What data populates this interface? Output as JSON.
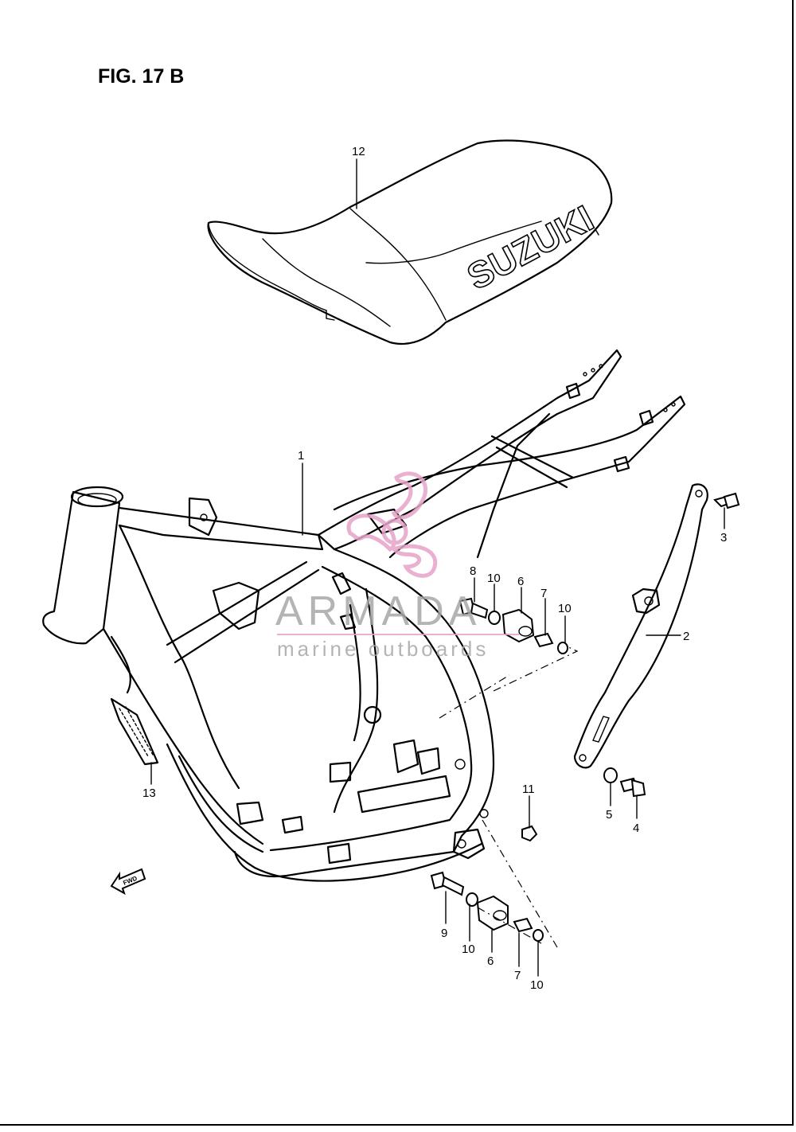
{
  "figure": {
    "title": "FIG. 17 B"
  },
  "seat": {
    "brand_text": "SUZUKI"
  },
  "watermark": {
    "name": "ARMADA",
    "tagline": "marine outboards",
    "logo_color": "#e6a3c8"
  },
  "direction_arrow": {
    "label": "FWD"
  },
  "callouts": [
    {
      "id": "1",
      "label": "1"
    },
    {
      "id": "2",
      "label": "2"
    },
    {
      "id": "3",
      "label": "3"
    },
    {
      "id": "4",
      "label": "4"
    },
    {
      "id": "5",
      "label": "5"
    },
    {
      "id": "6a",
      "label": "6"
    },
    {
      "id": "6b",
      "label": "6"
    },
    {
      "id": "7a",
      "label": "7"
    },
    {
      "id": "7b",
      "label": "7"
    },
    {
      "id": "8",
      "label": "8"
    },
    {
      "id": "9",
      "label": "9"
    },
    {
      "id": "10a",
      "label": "10"
    },
    {
      "id": "10b",
      "label": "10"
    },
    {
      "id": "10c",
      "label": "10"
    },
    {
      "id": "10d",
      "label": "10"
    },
    {
      "id": "11",
      "label": "11"
    },
    {
      "id": "12",
      "label": "12"
    },
    {
      "id": "13",
      "label": "13"
    }
  ]
}
